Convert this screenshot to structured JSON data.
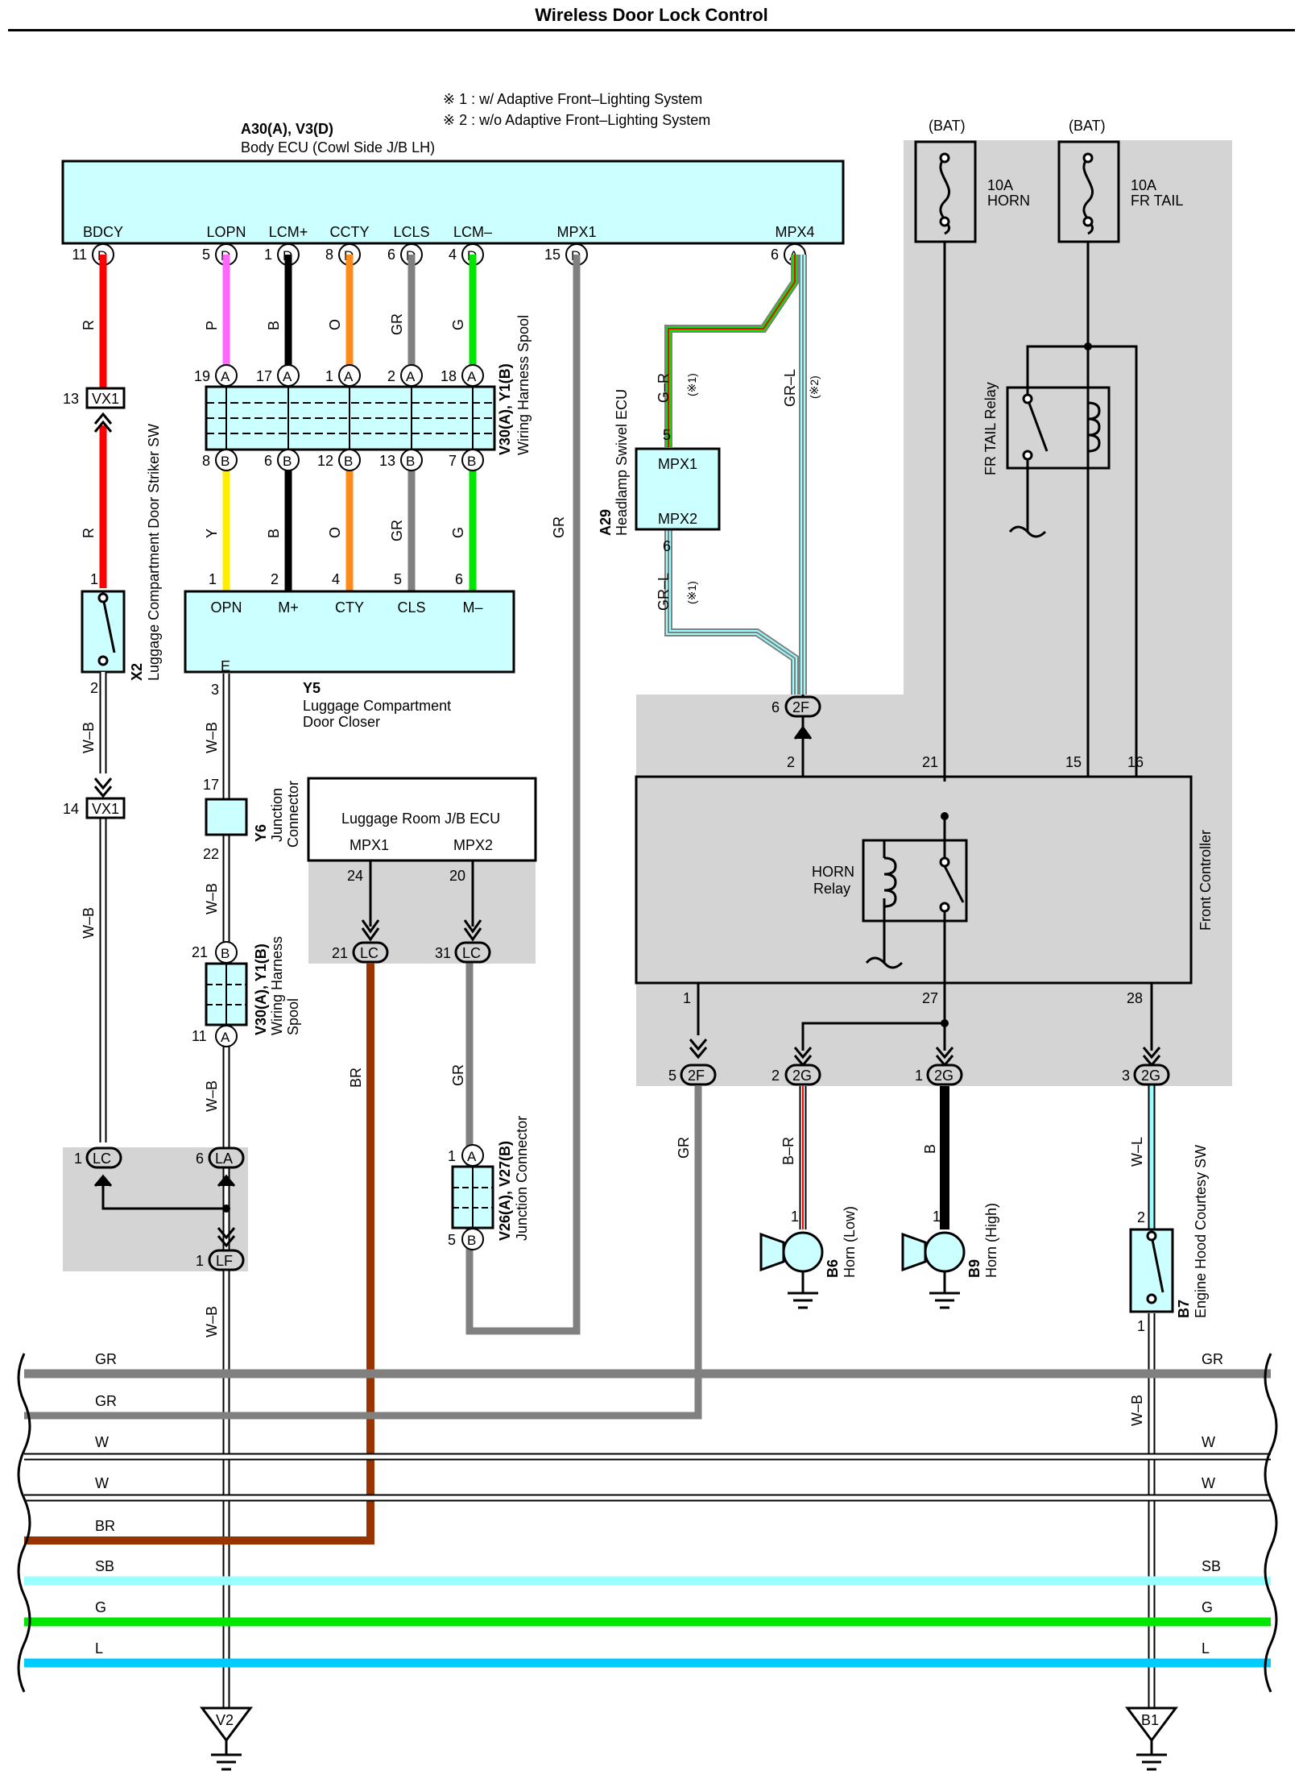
{
  "title": "Wireless Door Lock Control",
  "notes": [
    "※ 1 : w/ Adaptive Front–Lighting System",
    "※ 2 : w/o Adaptive Front–Lighting System"
  ],
  "components": {
    "body_ecu": {
      "code": "A30(A), V3(D)",
      "name": "Body ECU (Cowl Side J/B LH)",
      "pins": [
        {
          "label": "BDCY",
          "num": "11",
          "conn": "D"
        },
        {
          "label": "LOPN",
          "num": "5",
          "conn": "D"
        },
        {
          "label": "LCM+",
          "num": "1",
          "conn": "D"
        },
        {
          "label": "CCTY",
          "num": "8",
          "conn": "D"
        },
        {
          "label": "LCLS",
          "num": "6",
          "conn": "D"
        },
        {
          "label": "LCM–",
          "num": "4",
          "conn": "D"
        },
        {
          "label": "MPX1",
          "num": "15",
          "conn": "D"
        },
        {
          "label": "MPX4",
          "num": "6",
          "conn": "A"
        }
      ]
    },
    "spool_top": {
      "code": "V30(A), Y1(B)",
      "name": "Wiring Harness Spool",
      "top_nums": [
        "19",
        "17",
        "1",
        "2",
        "18"
      ],
      "top_conn": "A",
      "bottom_nums": [
        "8",
        "6",
        "12",
        "13",
        "7"
      ],
      "bottom_conn": "B"
    },
    "striker": {
      "code": "X2",
      "name": "Luggage Compartment Door Striker SW",
      "pin_top": "1",
      "pin_bottom": "2"
    },
    "closer": {
      "code": "Y5",
      "name1": "Luggage Compartment",
      "name2": "Door Closer",
      "pins": [
        "OPN",
        "M+",
        "CTY",
        "CLS",
        "M–"
      ],
      "nums": [
        "1",
        "2",
        "4",
        "5",
        "6"
      ],
      "e_label": "E",
      "e_num": "3"
    },
    "junction_y6": {
      "code": "Y6",
      "name1": "Junction",
      "name2": "Connector",
      "pin_top": "17",
      "pin_bottom": "22"
    },
    "spool_bottom": {
      "code": "V30(A), Y1(B)",
      "name1": "Wiring Harness",
      "name2": "Spool",
      "pin_top": "21",
      "conn_top": "B",
      "pin_bottom": "11",
      "conn_bottom": "A"
    },
    "luggage_jb": {
      "name": "Luggage Room J/B ECU",
      "pins": [
        "MPX1",
        "MPX2"
      ],
      "nums": [
        "24",
        "20"
      ],
      "lc_left": {
        "num": "21",
        "conn": "LC"
      },
      "lc_right": {
        "num": "31",
        "conn": "LC"
      }
    },
    "junction_v26": {
      "code": "V26(A), V27(B)",
      "name": "Junction Connector",
      "pin_top": "1",
      "conn_top": "A",
      "pin_bottom": "5",
      "conn_bottom": "B"
    },
    "headlamp_ecu": {
      "code": "A29",
      "name": "Headlamp Swivel ECU",
      "pins": [
        "MPX1",
        "MPX2"
      ],
      "num_top": "5",
      "num_bottom": "6"
    },
    "front_controller": {
      "name": "Front Controller",
      "relay_name1": "HORN",
      "relay_name2": "Relay",
      "top_pins": [
        "2",
        "21",
        "15",
        "16"
      ],
      "bottom_pins": [
        "1",
        "27",
        "28"
      ]
    },
    "fuse_horn": {
      "source": "(BAT)",
      "rating": "10A",
      "name": "HORN"
    },
    "fuse_tail": {
      "source": "(BAT)",
      "rating": "10A",
      "name": "FR TAIL"
    },
    "fr_tail_relay": {
      "name": "FR TAIL Relay"
    },
    "horn_low": {
      "code": "B6",
      "name": "Horn (Low)",
      "pin": "1"
    },
    "horn_high": {
      "code": "B9",
      "name": "Horn (High)",
      "pin": "1"
    },
    "hood_sw": {
      "code": "B7",
      "name": "Engine Hood Courtesy SW",
      "pin_top": "2",
      "pin_bottom": "1"
    }
  },
  "connectors": {
    "vx1_13": {
      "num": "13",
      "conn": "VX1"
    },
    "vx1_14": {
      "num": "14",
      "conn": "VX1"
    },
    "f2_6": {
      "num": "6",
      "conn": "2F"
    },
    "f2_5": {
      "num": "5",
      "conn": "2F"
    },
    "g2_2": {
      "num": "2",
      "conn": "2G"
    },
    "g2_1": {
      "num": "1",
      "conn": "2G"
    },
    "g2_3": {
      "num": "3",
      "conn": "2G"
    },
    "lc_1": {
      "num": "1",
      "conn": "LC"
    },
    "la_6": {
      "num": "6",
      "conn": "LA"
    },
    "lf_1": {
      "num": "1",
      "conn": "LF"
    }
  },
  "wire_labels": {
    "bdcy_r1": "R",
    "bdcy_r2": "R",
    "lopn": "P",
    "lcmp": "B",
    "ccty": "O",
    "lcls": "GR",
    "lcmm": "G",
    "y": "Y",
    "b": "B",
    "o": "O",
    "gr": "GR",
    "g": "G",
    "mpx1_gr": "GR",
    "gr_r": "G–R",
    "gr_l_top": "GR–L",
    "gr_l_bottom": "GR–L",
    "note1": "(※1)",
    "note2": "(※2)",
    "note1b": "(※1)",
    "wb1": "W–B",
    "wb2": "W–B",
    "wb3": "W–B",
    "wb4": "W–B",
    "wb5": "W–B",
    "wb6": "W–B",
    "wb7": "W–B",
    "wl": "W–L",
    "br": "BR",
    "gr_lc": "GR",
    "gr_2f": "GR",
    "br_horn": "B–R",
    "b_horn": "B"
  },
  "bus_lines": [
    {
      "label": "GR",
      "color": "#808080",
      "right_label": "GR"
    },
    {
      "label": "GR",
      "color": "#808080",
      "right_label": ""
    },
    {
      "label": "W",
      "color": "#ffffff",
      "right_label": "W"
    },
    {
      "label": "W",
      "color": "#ffffff",
      "right_label": "W"
    },
    {
      "label": "BR",
      "color": "#993300",
      "right_label": ""
    },
    {
      "label": "SB",
      "color": "#99ffff",
      "right_label": "SB"
    },
    {
      "label": "G",
      "color": "#00e600",
      "right_label": "G"
    },
    {
      "label": "L",
      "color": "#00ccff",
      "right_label": "L"
    }
  ],
  "grounds": {
    "left": "V2",
    "right": "B1"
  },
  "colors": {
    "ecu_fill": "#ccffff",
    "gray_area": "#d4d4d4",
    "red": "#ff0000",
    "pink": "#ff66ff",
    "orange": "#ff8c1a",
    "gray": "#808080",
    "green": "#00e600",
    "yellow": "#ffee00",
    "brown": "#993300",
    "light_blue": "#99ffff",
    "cyan": "#00ccff"
  }
}
